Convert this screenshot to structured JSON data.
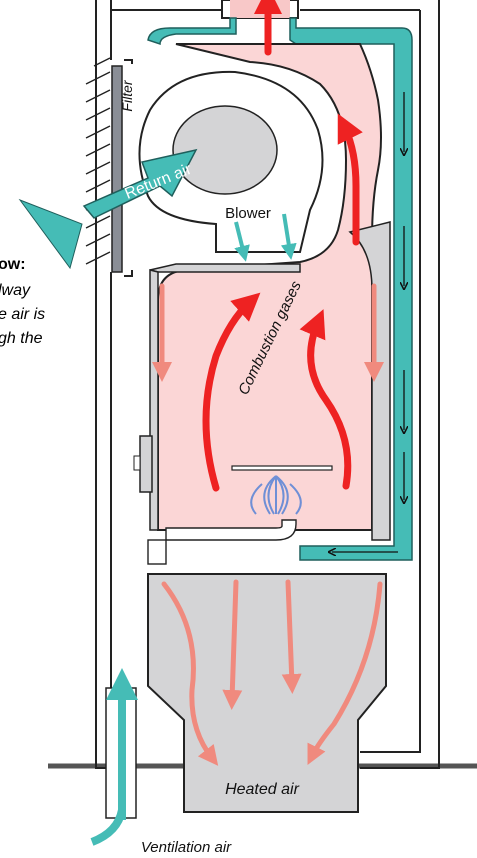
{
  "labels": {
    "filter": "Filter",
    "return_air": "Return air",
    "blower": "Blower",
    "combustion_gases": "Combustion gases",
    "heated_air": "Heated air",
    "ventilation_air": "Ventilation air"
  },
  "cut_text": {
    "line1": "ow:",
    "line2": "lway",
    "line3": "e air is",
    "line4": "gh the"
  },
  "colors": {
    "teal": "#45bcb6",
    "teal_dark": "#2a8e8a",
    "pink": "#fbd6d6",
    "gray": "#d4d4d6",
    "red": "#ee2222",
    "salmon": "#f08a7e",
    "steel": "#8a8e96"
  }
}
